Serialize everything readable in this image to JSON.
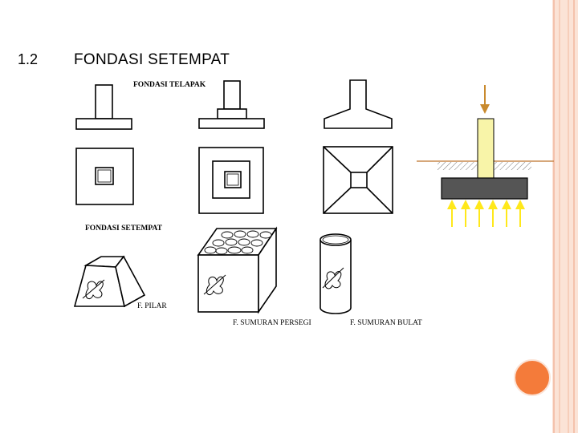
{
  "slide": {
    "number": "1.2",
    "title": "FONDASI SETEMPAT"
  },
  "figure": {
    "label_telapak": "FONDASI TELAPAK",
    "label_setempat": "FONDASI SETEMPAT",
    "label_pilar": "F. PILAR",
    "label_sumuran_persegi": "F. SUMURAN PERSEGI",
    "label_sumuran_bulat": "F. SUMURAN BULAT"
  },
  "colors": {
    "border_stripe": "#f6cfbd",
    "border_line": "#f2b89e",
    "accent_circle": "#f47b3a",
    "column_fill": "#f8f4a8",
    "footing_fill": "#555555",
    "load_arrow": "#c98a2e",
    "reaction_arrow": "#ffe81a",
    "ground_line": "#c98a4e"
  }
}
